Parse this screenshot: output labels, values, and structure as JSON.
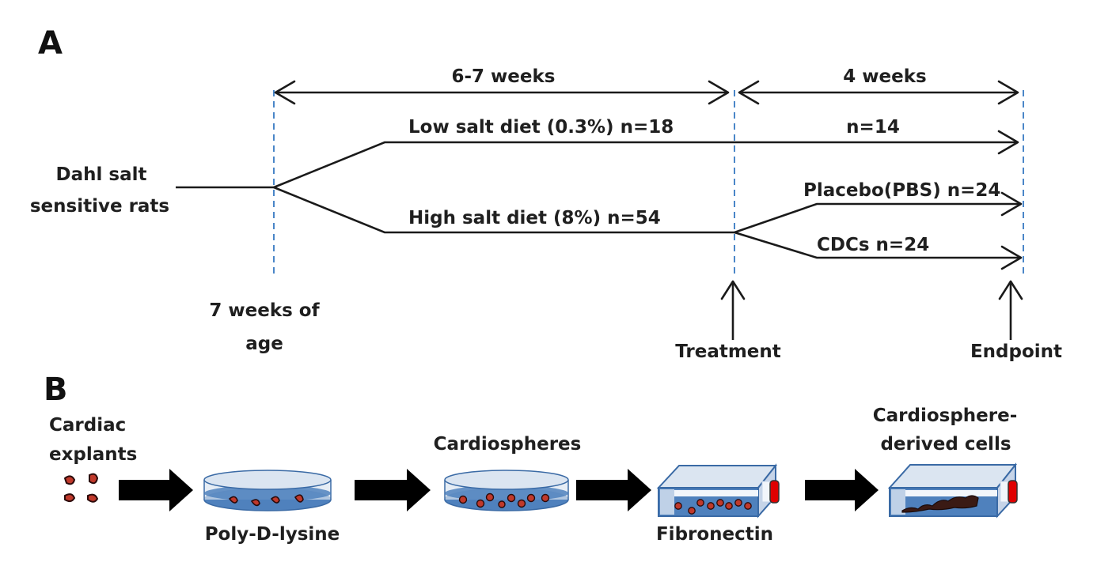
{
  "panel_a": {
    "label": "A",
    "durations": {
      "first": "6-7 weeks",
      "second": "4 weeks"
    },
    "start": {
      "line1": "Dahl salt",
      "line2": "sensitive rats"
    },
    "groups": {
      "low_salt": "Low salt diet (0.3%) n=18",
      "low_salt_end": "n=14",
      "high_salt": "High salt diet (8%) n=54",
      "placebo": "Placebo(PBS) n=24",
      "cdcs": "CDCs n=24"
    },
    "milestones": {
      "age_line1": "7 weeks of",
      "age_line2": "age",
      "treatment": "Treatment",
      "endpoint": "Endpoint"
    }
  },
  "panel_b": {
    "label": "B",
    "steps": {
      "explants_line1": "Cardiac",
      "explants_line2": "explants",
      "poly": "Poly-D-lysine",
      "cardiospheres": "Cardiospheres",
      "fibronectin": "Fibronectin",
      "cdc_line1": "Cardiosphere-",
      "cdc_line2": "derived cells"
    },
    "colors": {
      "dish_fill": "#4f81bd",
      "dish_light": "#dbe5f1",
      "cell": "#c0392b",
      "cap": "#e00000"
    }
  }
}
